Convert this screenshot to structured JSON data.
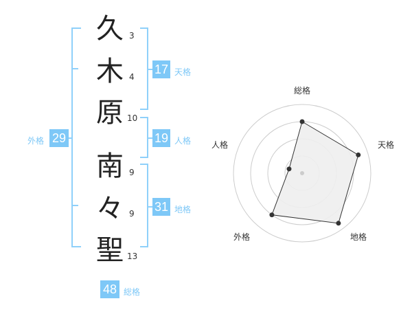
{
  "name_chars": [
    {
      "char": "久",
      "strokes": "3"
    },
    {
      "char": "木",
      "strokes": "4"
    },
    {
      "char": "原",
      "strokes": "10"
    },
    {
      "char": "南",
      "strokes": "9"
    },
    {
      "char": "々",
      "strokes": "9"
    },
    {
      "char": "聖",
      "strokes": "13"
    }
  ],
  "kaku": {
    "tenkaku": {
      "value": "17",
      "label": "天格"
    },
    "jinkaku": {
      "value": "19",
      "label": "人格"
    },
    "chikaku": {
      "value": "31",
      "label": "地格"
    },
    "gaikaku": {
      "value": "29",
      "label": "外格"
    },
    "soukaku": {
      "value": "48",
      "label": "総格"
    }
  },
  "radar": {
    "axes": [
      "総格",
      "天格",
      "地格",
      "外格",
      "人格"
    ],
    "levels": 4,
    "values": [
      0.75,
      0.86,
      0.9,
      0.75,
      0.2
    ],
    "fill_color": "#eeeeee",
    "line_color": "#333333",
    "grid_color": "#cccccc",
    "center_color": "#cccccc"
  },
  "colors": {
    "accent": "#7ec8f7"
  }
}
